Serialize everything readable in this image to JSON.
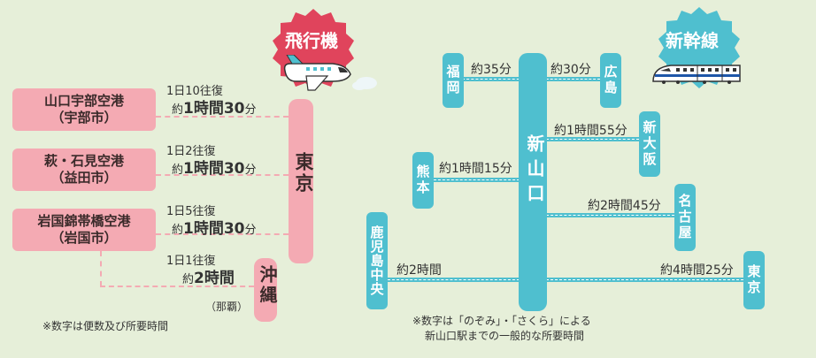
{
  "plane": {
    "title": "飛行機",
    "note": "※数字は便数及び所要時間",
    "airports": [
      {
        "name": "山口宇部空港",
        "city": "（宇部市）",
        "freq": "1日10往復",
        "time_prefix": "約",
        "time": "1時間30",
        "time_suffix": "分"
      },
      {
        "name": "萩・石見空港",
        "city": "（益田市）",
        "freq": "1日2往復",
        "time_prefix": "約",
        "time": "1時間30",
        "time_suffix": "分"
      },
      {
        "name": "岩国錦帯橋空港",
        "city": "（岩国市）",
        "freq": "1日5往復",
        "time_prefix": "約",
        "time": "1時間30",
        "time_suffix": "分"
      }
    ],
    "tokyo": "東京",
    "okinawa": "沖縄",
    "okinawa_sub": "（那覇）",
    "okinawa_freq": "1日1往復",
    "okinawa_time_prefix": "約",
    "okinawa_time": "2時間"
  },
  "shinkansen": {
    "title": "新幹線",
    "hub": "新山口",
    "stations": {
      "fukuoka": "福岡",
      "hiroshima": "広島",
      "shinosaka": "新大阪",
      "kumamoto": "熊本",
      "nagoya": "名古屋",
      "kagoshima": "鹿児島中央",
      "tokyo": "東京"
    },
    "times": {
      "fukuoka": "約35分",
      "hiroshima": "約30分",
      "shinosaka": "約1時間55分",
      "kumamoto": "約1時間15分",
      "nagoya": "約2時間45分",
      "kagoshima": "約2時間",
      "tokyo": "約4時間25分"
    },
    "note_line1": "※数字は「のぞみ」・「さくら」による",
    "note_line2": "新山口駅までの一般的な所要時間"
  },
  "colors": {
    "pink": "#f4aab3",
    "blue": "#4fbfcf",
    "badge": "#e0445c",
    "bg": "#e6efd9"
  }
}
